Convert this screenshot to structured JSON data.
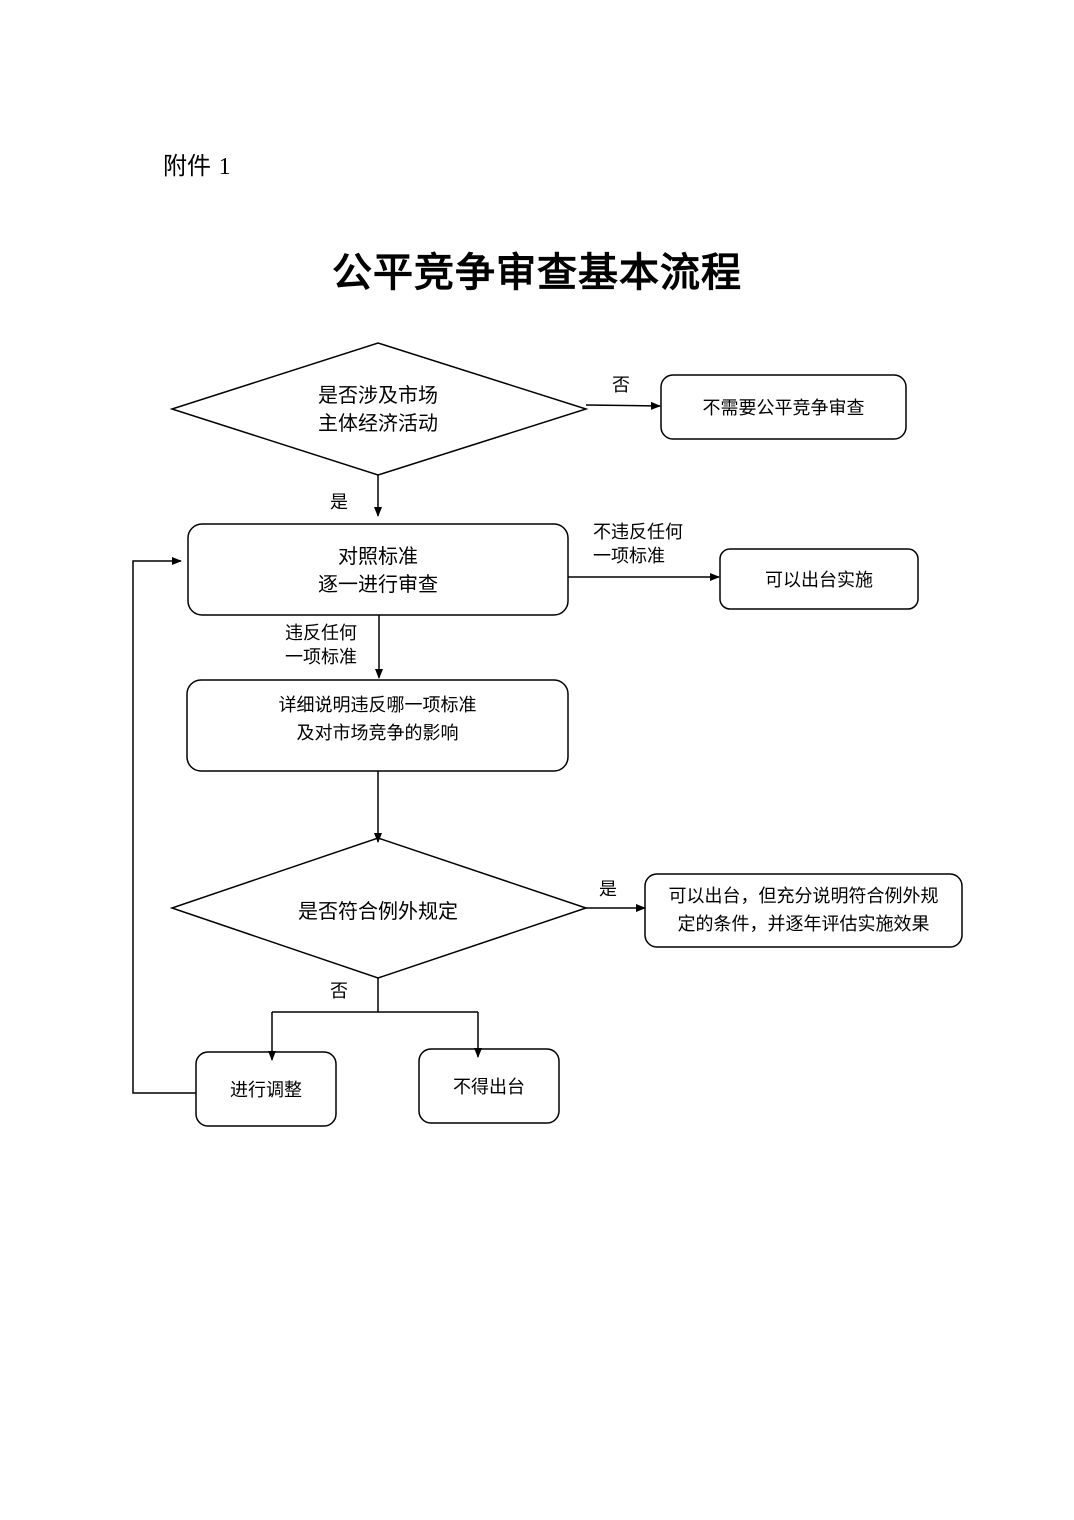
{
  "attachment": {
    "prefix": "附件",
    "number": "1"
  },
  "title": "公平竞争审查基本流程",
  "nodes": {
    "d1": {
      "line1": "是否涉及市场",
      "line2": "主体经济活动"
    },
    "no_review": "不需要公平竞争审查",
    "compare": {
      "line1": "对照标准",
      "line2": "逐一进行审查"
    },
    "can_issue": "可以出台实施",
    "explain": {
      "line1": "详细说明违反哪一项标准",
      "line2": "及对市场竞争的影响"
    },
    "d2": "是否符合例外规定",
    "exception_ok": {
      "line1": "可以出台，但充分说明符合例外规",
      "line2": "定的条件，并逐年评估实施效果"
    },
    "adjust": "进行调整",
    "not_issue": "不得出台"
  },
  "edge_labels": {
    "d1_no": "否",
    "d1_yes": "是",
    "no_violation": {
      "line1": "不违反任何",
      "line2": "一项标准"
    },
    "violation": {
      "line1": "违反任何",
      "line2": "一项标准"
    },
    "d2_yes": "是",
    "d2_no": "否"
  },
  "colors": {
    "stroke": "#000000",
    "text": "#000000",
    "background": "#ffffff"
  }
}
